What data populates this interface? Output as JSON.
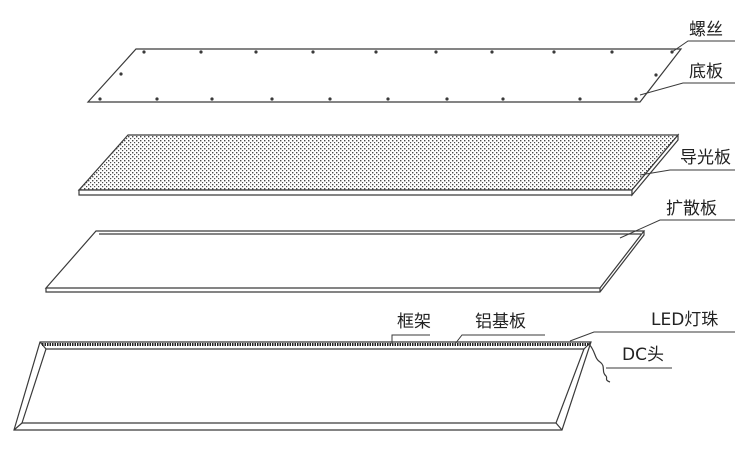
{
  "colors": {
    "line": "#3a3a3a",
    "texture": "#4a4a4a",
    "background": "#ffffff"
  },
  "labels": {
    "screw": "螺丝",
    "bottom_plate": "底板",
    "light_guide_plate": "导光板",
    "diffuser_plate": "扩散板",
    "frame": "框架",
    "aluminum_substrate": "铝基板",
    "led_beads": "LED灯珠",
    "dc_connector": "DC头"
  }
}
